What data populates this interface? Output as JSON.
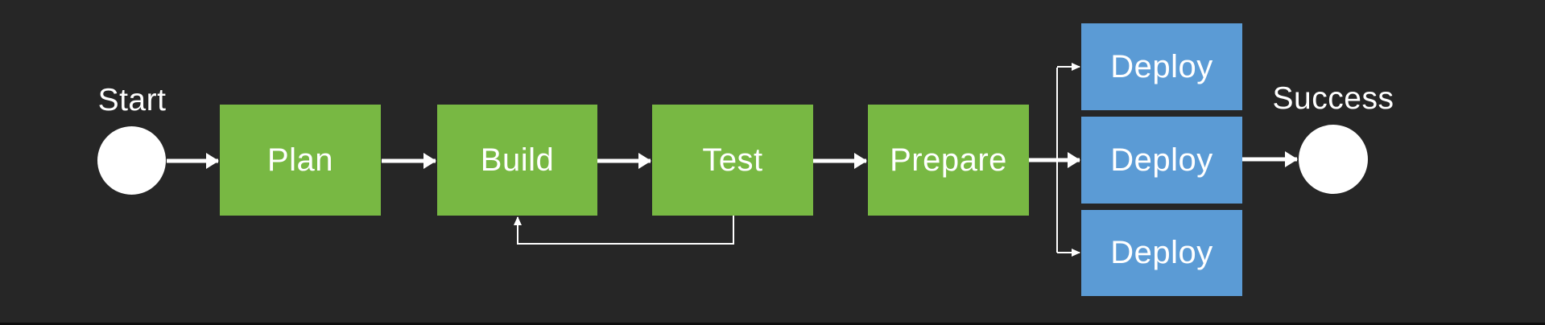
{
  "diagram": {
    "background": "#262626",
    "colors": {
      "stage": "#78B843",
      "deploy": "#5B9BD5",
      "connector": "#FFFFFF",
      "text": "#FFFFFF"
    },
    "nodes": {
      "start": {
        "label": "Start",
        "shape": "circle"
      },
      "plan": {
        "label": "Plan",
        "shape": "rect",
        "color": "green"
      },
      "build": {
        "label": "Build",
        "shape": "rect",
        "color": "green"
      },
      "test": {
        "label": "Test",
        "shape": "rect",
        "color": "green"
      },
      "prepare": {
        "label": "Prepare",
        "shape": "rect",
        "color": "green"
      },
      "deploy1": {
        "label": "Deploy",
        "shape": "rect",
        "color": "blue"
      },
      "deploy2": {
        "label": "Deploy",
        "shape": "rect",
        "color": "blue"
      },
      "deploy3": {
        "label": "Deploy",
        "shape": "rect",
        "color": "blue"
      },
      "success": {
        "label": "Success",
        "shape": "circle"
      }
    },
    "edges": [
      {
        "from": "start",
        "to": "plan",
        "kind": "main"
      },
      {
        "from": "plan",
        "to": "build",
        "kind": "main"
      },
      {
        "from": "build",
        "to": "test",
        "kind": "main"
      },
      {
        "from": "test",
        "to": "prepare",
        "kind": "main"
      },
      {
        "from": "test",
        "to": "build",
        "kind": "feedback-loop"
      },
      {
        "from": "prepare",
        "to": "deploy1",
        "kind": "branch"
      },
      {
        "from": "prepare",
        "to": "deploy2",
        "kind": "main"
      },
      {
        "from": "prepare",
        "to": "deploy3",
        "kind": "branch"
      },
      {
        "from": "deploy2",
        "to": "success",
        "kind": "main"
      }
    ]
  }
}
